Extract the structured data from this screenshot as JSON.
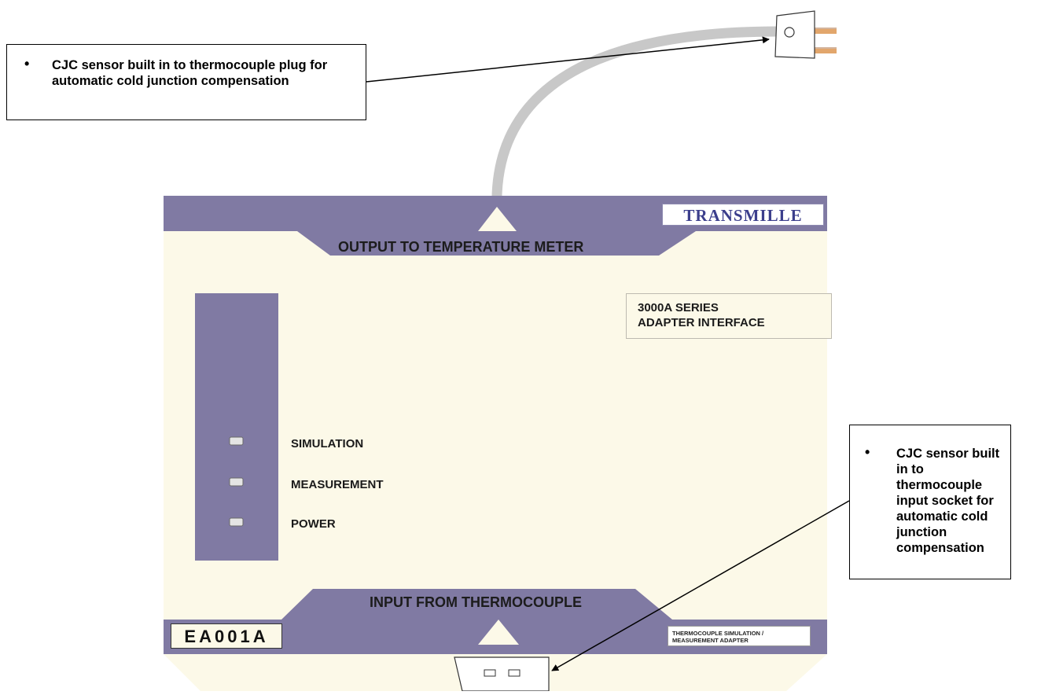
{
  "callouts": {
    "top": "CJC sensor built in to thermocouple plug for automatic cold junction compensation",
    "bottom": "CJC sensor built in to thermocouple input socket for automatic cold junction compensation",
    "bullet": "•"
  },
  "panel": {
    "brand": "TRANSMILLE",
    "output_label": "OUTPUT TO TEMPERATURE METER",
    "input_label": "INPUT FROM THERMOCOUPLE",
    "interface_line1": "3000A SERIES",
    "interface_line2": "ADAPTER INTERFACE",
    "indicators": {
      "simulation": "SIMULATION",
      "measurement": "MEASUREMENT",
      "power": "POWER"
    },
    "model": "EA001A",
    "description_line1": "THERMOCOUPLE SIMULATION /",
    "description_line2": "MEASUREMENT ADAPTER"
  },
  "colors": {
    "panel_face": "#fcf9e8",
    "panel_band": "#807aa3",
    "brand_text": "#3b3e8c",
    "cable": "#c8c8c8",
    "led": "#e4e4e4",
    "plug_pins": "#e2a66c"
  }
}
